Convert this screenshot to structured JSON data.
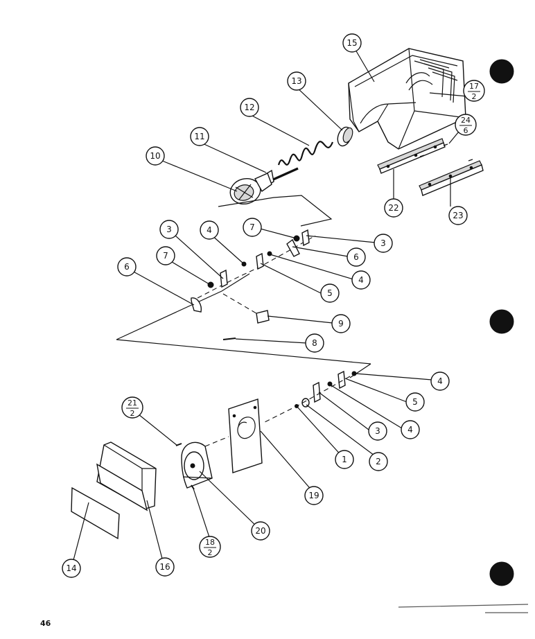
{
  "callouts": {
    "c1": "1",
    "c2": "2",
    "c3a": "3",
    "c3b": "3",
    "c3c": "3",
    "c4a": "4",
    "c4b": "4",
    "c4c": "4",
    "c4d": "4",
    "c5a": "5",
    "c5b": "5",
    "c6a": "6",
    "c6b": "6",
    "c7a": "7",
    "c7b": "7",
    "c8": "8",
    "c9": "9",
    "c10": "10",
    "c11": "11",
    "c12": "12",
    "c13": "13",
    "c14": "14",
    "c15": "15",
    "c16": "16",
    "c19": "19",
    "c20": "20",
    "c22": "22",
    "c23": "23",
    "c17_top": "17",
    "c17_bottom": "2",
    "c24_top": "24",
    "c24_bottom": "6",
    "c21_top": "21",
    "c21_bottom": "2",
    "c18_top": "18",
    "c18_bottom": "2"
  },
  "page_number": "46",
  "colors": {
    "ink": "#111111",
    "paper": "#ffffff"
  }
}
